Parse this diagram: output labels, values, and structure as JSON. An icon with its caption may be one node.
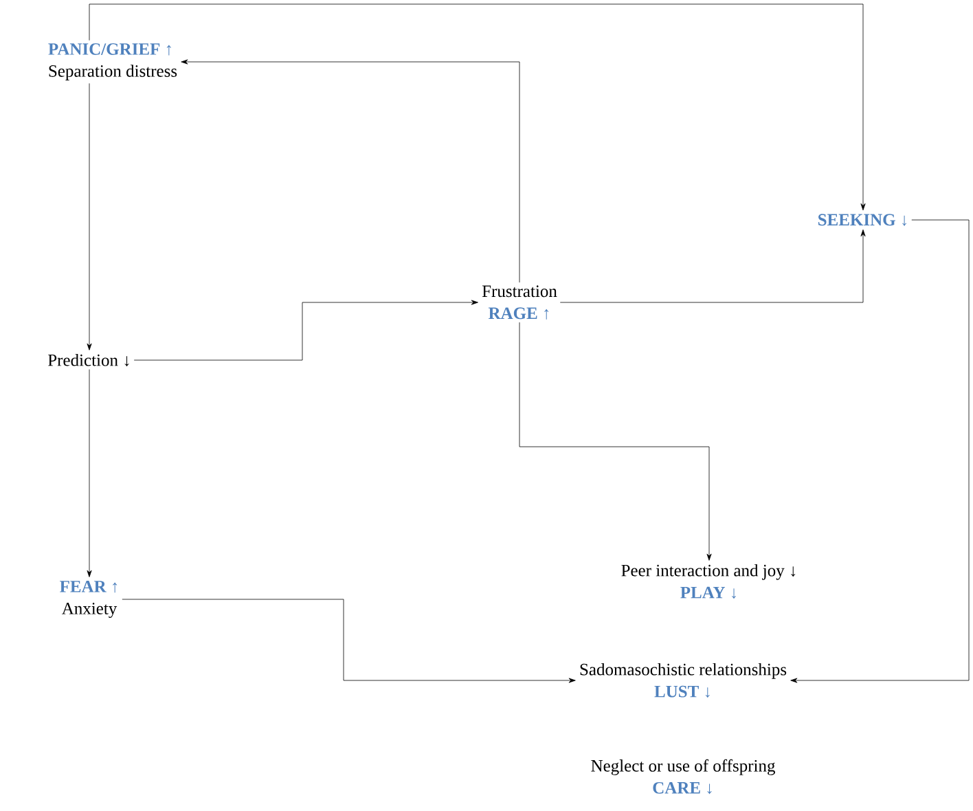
{
  "diagram": {
    "nodes": [
      {
        "text": [
          "PANIC/GRIEF ↑",
          "Separation distress"
        ]
      },
      {
        "text": [
          "Prediction ↓"
        ]
      },
      {
        "text": [
          "Frustration",
          "RAGE ↑"
        ]
      },
      {
        "text": [
          "SEEKING ↓"
        ]
      },
      {
        "text": [
          "FEAR ↑",
          "Anxiety"
        ]
      },
      {
        "text": [
          "Peer interaction and joy ↓",
          "PLAY ↓"
        ]
      },
      {
        "text": [
          "Sadomasochistic relationships",
          "LUST ↓"
        ]
      },
      {
        "text": [
          "Neglect or use of offspring",
          "CARE ↓"
        ]
      }
    ],
    "edges": [
      {
        "from": 0,
        "to": 3,
        "arrow": "to"
      },
      {
        "from": 0,
        "to": 1,
        "arrow": "to"
      },
      {
        "from": 2,
        "to": 0,
        "arrow": "to"
      },
      {
        "from": 1,
        "to": 2,
        "arrow": "to"
      },
      {
        "from": 2,
        "to": 3,
        "arrow": "to"
      },
      {
        "from": 1,
        "to": 4,
        "arrow": "to"
      },
      {
        "from": 2,
        "to": 5,
        "arrow": "to"
      },
      {
        "from": 4,
        "to": 6,
        "arrow": "to"
      },
      {
        "from": 3,
        "to": 6,
        "arrow": "to"
      }
    ]
  }
}
